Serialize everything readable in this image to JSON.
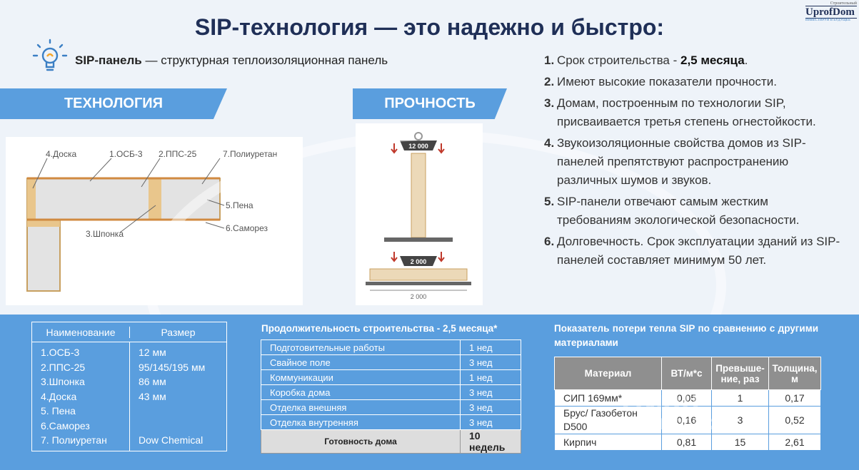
{
  "title": "SIP-технология — это надежно и быстро:",
  "logo": {
    "small": "Строительный",
    "name": "UprofDom",
    "tagline": "ИНВЕСТИРУЙ В БУДУЩЕЕ"
  },
  "definition": {
    "term": "SIP-панель",
    "rest": " — структурная теплоизоляционная панель"
  },
  "banners": {
    "technology": "ТЕХНОЛОГИЯ",
    "strength": "ПРОЧНОСТЬ"
  },
  "diagram_labels": [
    "4.Доска",
    "1.ОСБ-3",
    "2.ППС-25",
    "7.Полиуретан",
    "5.Пена",
    "3.Шпонка",
    "6.Саморез"
  ],
  "strength_labels": {
    "load_top": "12 000",
    "load_bottom": "2 000",
    "span": "2 000"
  },
  "advantages": [
    {
      "num": "1.",
      "text": "Срок строительства - ",
      "bold": "2,5 месяца",
      "tail": "."
    },
    {
      "num": "2.",
      "text": "Имеют высокие показатели прочности.",
      "bold": "",
      "tail": ""
    },
    {
      "num": "3.",
      "text": "Домам, построенным по технологии SIP, присваивается третья степень огнестойкости.",
      "bold": "",
      "tail": ""
    },
    {
      "num": "4.",
      "text": "Звукоизоляционные свойства домов из SIP-панелей препятствуют распространению различных шумов и звуков.",
      "bold": "",
      "tail": ""
    },
    {
      "num": "5.",
      "text": "SIP-панели отвечают самым жестким требованиям экологической безопасности.",
      "bold": "",
      "tail": ""
    },
    {
      "num": "6.",
      "text": "Долговечность. Срок эксплуатации зданий из SIP-панелей составляет минимум 50 лет.",
      "bold": "",
      "tail": ""
    }
  ],
  "components": {
    "headers": [
      "Наименование",
      "Размер"
    ],
    "names": [
      "1.ОСБ-3",
      "2.ППС-25",
      "3.Шпонка",
      "4.Доска",
      "5. Пена",
      "6.Саморез",
      "7. Полиуретан"
    ],
    "sizes": [
      "12 мм",
      "95/145/195 мм",
      "86 мм",
      "43 мм",
      "",
      "",
      "Dow Chemical"
    ]
  },
  "schedule": {
    "title": "Продолжительность строительства - 2,5 месяца*",
    "rows": [
      [
        "Подготовительные работы",
        "1 нед"
      ],
      [
        "Свайное поле",
        "3 нед"
      ],
      [
        "Коммуникации",
        "1 нед"
      ],
      [
        "Коробка дома",
        "3 нед"
      ],
      [
        "Отделка внешняя",
        "3 нед"
      ],
      [
        "Отделка внутренняя",
        "3 нед"
      ]
    ],
    "total": [
      "Готовность дома",
      "10 недель"
    ]
  },
  "heatloss": {
    "title": "Показатель потери тепла SIP по сравнению с другими материалами",
    "headers": [
      "Материал",
      "ВТ/м*с",
      "Превыше-ние, раз",
      "Толщина, м"
    ],
    "rows": [
      [
        "СИП 169мм*",
        "0,05",
        "1",
        "0,17"
      ],
      [
        "Брус/ Газобетон D500",
        "0,16",
        "3",
        "0,52"
      ],
      [
        "Кирпич",
        "0,81",
        "15",
        "2,61"
      ]
    ]
  },
  "watermark": {
    "text": "Циан",
    "id": "ID 314098527"
  },
  "colors": {
    "accent": "#5a9ede",
    "title": "#1f2f57"
  }
}
